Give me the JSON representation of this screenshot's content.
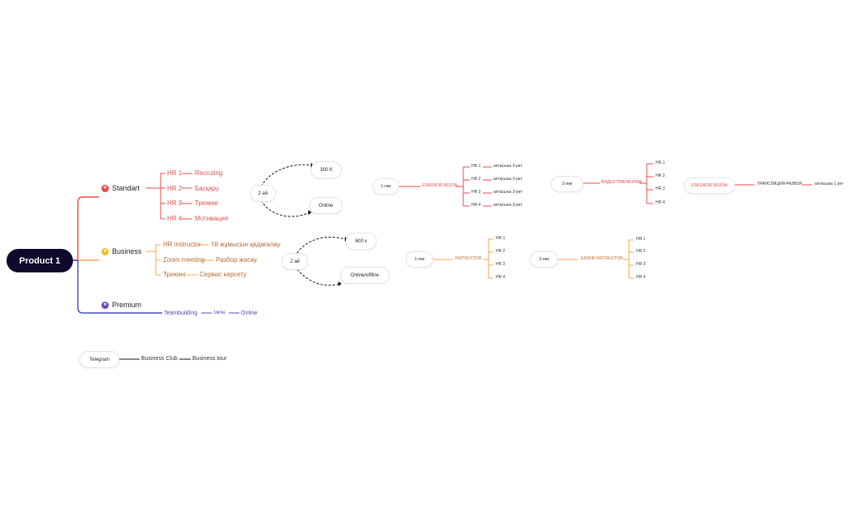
{
  "root": {
    "label": "Product 1"
  },
  "branches": {
    "standart": {
      "label": "Standart",
      "icon": "red-star-icon",
      "color": "#e8484a",
      "items": [
        {
          "hr": "HR 1",
          "task": "Recruting"
        },
        {
          "hr": "HR 2",
          "task": "Басқару"
        },
        {
          "hr": "HR 3",
          "task": "Тренинг"
        },
        {
          "hr": "HR 4",
          "task": "Мотивация"
        }
      ],
      "duration": "2 ай",
      "price": "300 К",
      "format": "Online",
      "stage1": {
        "label": "1-лек",
        "mentor": "ESKENDIR BESTAI",
        "rows": [
          {
            "hr": "HR 1",
            "note": "аптасына 3-рет"
          },
          {
            "hr": "HR 2",
            "note": "аптасына 3-рет"
          },
          {
            "hr": "HR 3",
            "note": "аптасына 3-рет"
          },
          {
            "hr": "HR 4",
            "note": "аптасына 3-рет"
          }
        ]
      },
      "stage2": {
        "label": "2-лек",
        "platform": "ВИДЕО ПЛАТФОРМА",
        "rows": [
          "HR 1",
          "HR 2",
          "HR 3",
          "HR 4"
        ]
      },
      "extra": {
        "mentor": "ESKENDIR BESTAI",
        "broadcast": "ТРАНСЛЯЦИЯ-РАЗБОР",
        "note": "аптасына 1 рет"
      }
    },
    "business": {
      "label": "Business",
      "icon": "yellow-star-icon",
      "color": "#f2a54a",
      "items": [
        {
          "left": "HR instructor",
          "right": "Үй жұмысын қадағалау"
        },
        {
          "left": "Zoom meeting",
          "right": "Разбор жасау"
        },
        {
          "left": "Трекинг",
          "right": "Сервис көрсету"
        }
      ],
      "duration": "2 ай",
      "price": "600 к",
      "format": "Online/offline",
      "stage1": {
        "label": "1-лек",
        "role": "INSTRUCTOR",
        "rows": [
          "HR 1",
          "HR 2",
          "HR 3",
          "HR 4"
        ]
      },
      "stage2": {
        "label": "2-лек",
        "role": "JUNIOR INSTRUCTOR",
        "rows": [
          "HR 1",
          "HR 2",
          "HR 3",
          "HR 4"
        ]
      }
    },
    "premium": {
      "label": "Premium",
      "icon": "purple-star-icon",
      "color": "#4a4ac0",
      "chain": [
        "Teambuilding",
        "1млн",
        "Online"
      ]
    }
  },
  "footer_chain": {
    "start": "Telegram",
    "items": [
      "Business Club",
      "Business tour"
    ]
  }
}
